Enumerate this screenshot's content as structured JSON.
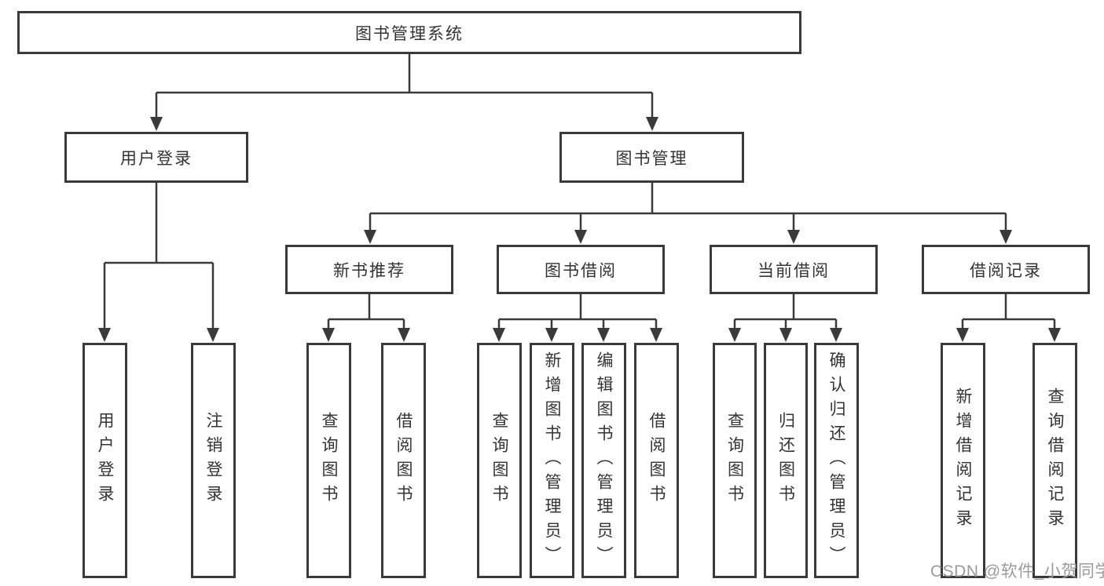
{
  "diagram": {
    "title": "图书管理系统",
    "tree": {
      "label": "图书管理系统",
      "children": [
        {
          "label": "用户登录",
          "children": [
            {
              "label": "用户登录"
            },
            {
              "label": "注销登录"
            }
          ]
        },
        {
          "label": "图书管理",
          "children": [
            {
              "label": "新书推荐",
              "children": [
                {
                  "label": "查询图书"
                },
                {
                  "label": "借阅图书"
                }
              ]
            },
            {
              "label": "图书借阅",
              "children": [
                {
                  "label": "查询图书"
                },
                {
                  "label": "新增图书（管理员）"
                },
                {
                  "label": "编辑图书（管理员）"
                },
                {
                  "label": "借阅图书"
                }
              ]
            },
            {
              "label": "当前借阅",
              "children": [
                {
                  "label": "查询图书"
                },
                {
                  "label": "归还图书"
                },
                {
                  "label": "确认归还（管理员）"
                }
              ]
            },
            {
              "label": "借阅记录",
              "children": [
                {
                  "label": "新增借阅记录"
                },
                {
                  "label": "查询借阅记录"
                }
              ]
            }
          ]
        }
      ]
    },
    "watermark": "CSDN @软件_小贺同学",
    "colors": {
      "line": "#3a3a3a",
      "box_border": "#3a3a3a",
      "box_fill": "#ffffff",
      "text": "#333333",
      "watermark": "#9b9b9b",
      "background": "#ffffff"
    }
  }
}
